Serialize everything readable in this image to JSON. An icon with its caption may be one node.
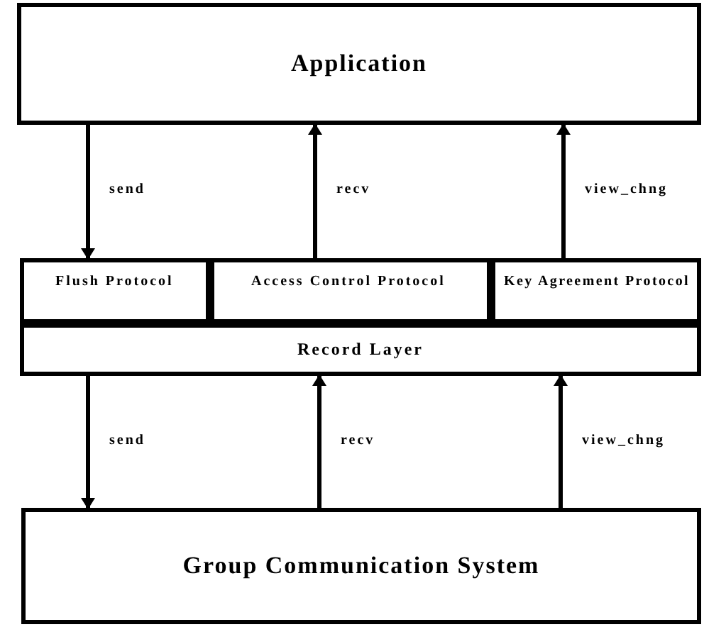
{
  "diagram": {
    "nodes": [
      {
        "text": [
          "Application"
        ]
      },
      {
        "text": [
          "Flush Protocol"
        ]
      },
      {
        "text": [
          "Access Control Protocol"
        ]
      },
      {
        "text": [
          "Key Agreement Protocol"
        ]
      },
      {
        "text": [
          "Record Layer"
        ]
      },
      {
        "text": [
          "Group Communication System"
        ]
      }
    ],
    "edges": [
      {
        "from": 0,
        "to": 1,
        "arrow": "to",
        "label": "send"
      },
      {
        "from": 2,
        "to": 0,
        "arrow": "to",
        "label": "recv"
      },
      {
        "from": 3,
        "to": 0,
        "arrow": "to",
        "label": "view_chng"
      },
      {
        "from": 4,
        "to": 5,
        "arrow": "to",
        "label": "send"
      },
      {
        "from": 5,
        "to": 4,
        "arrow": "to",
        "label": "recv"
      },
      {
        "from": 5,
        "to": 4,
        "arrow": "to",
        "label": "view_chng"
      }
    ]
  }
}
